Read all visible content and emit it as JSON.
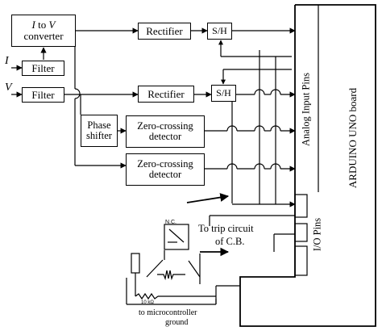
{
  "inputs": {
    "current": "I",
    "voltage": "V"
  },
  "blocks": {
    "i_to_v": {
      "line1_sym": "I",
      "line1_rest": " to ",
      "line1_sym2": "V",
      "line2": "converter"
    },
    "filter_i": "Filter",
    "filter_v": "Filter",
    "rectifier_1": "Rectifier",
    "rectifier_2": "Rectifier",
    "sh_1": "S/H",
    "sh_2": "S/H",
    "phase_shifter": {
      "line1": "Phase",
      "line2": "shifter"
    },
    "zcd_1": {
      "line1": "Zero-crossing",
      "line2": "detector"
    },
    "zcd_2": {
      "line1": "Zero-crossing",
      "line2": "detector"
    }
  },
  "board": {
    "name": "ARDUINO UNO board",
    "analog_pins": "Analog Input Pins",
    "io_pins": "I/O Pins"
  },
  "relay": {
    "nc_label": "N.C.",
    "trip_line1": "To trip circuit",
    "trip_line2": "of C.B.",
    "resistor_label": "10 kΩ",
    "ground_line1": "to microcontroller",
    "ground_line2": "ground"
  }
}
